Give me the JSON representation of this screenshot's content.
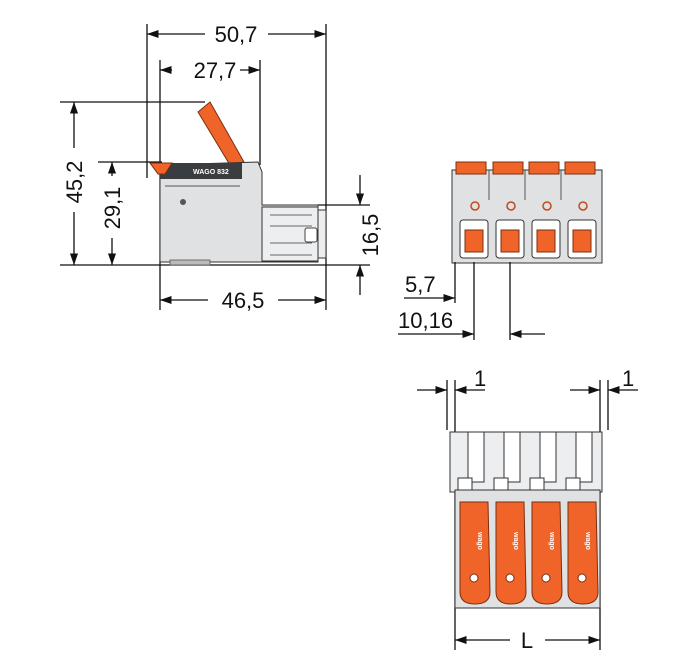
{
  "drawing": {
    "side_view": {
      "dim_total_width": "50,7",
      "dim_lever_width": "27,7",
      "dim_total_height": "45,2",
      "dim_body_height": "29,1",
      "dim_depth": "46,5",
      "dim_front_height": "16,5",
      "brand_text": "WAGO 832"
    },
    "front_view": {
      "dim_offset": "5,7",
      "dim_pitch": "10,16",
      "pole_count": 4
    },
    "top_view": {
      "dim_left_margin": "1",
      "dim_right_margin": "1",
      "dim_length": "L",
      "lever_text": "wago"
    }
  },
  "colors": {
    "housing": "#dfe1e3",
    "lever": "#f0642a",
    "line": "#111111"
  }
}
